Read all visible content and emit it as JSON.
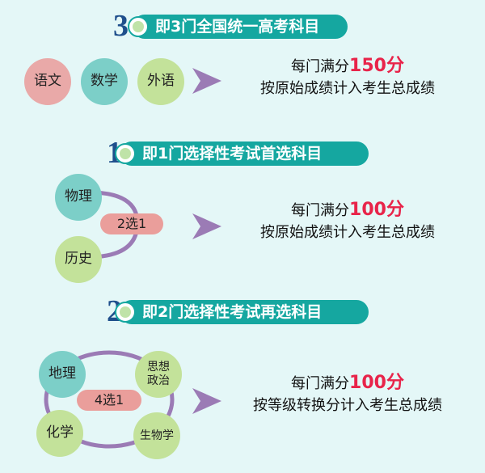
{
  "section1": {
    "number": "3",
    "title": "即3门全国统一高考科目",
    "subjects": [
      "语文",
      "数学",
      "外语"
    ],
    "info_prefix": "每门满分",
    "score": "150分",
    "info_line2": "按原始成绩计入考生总成绩"
  },
  "section2": {
    "number": "1",
    "title": "即1门选择性考试首选科目",
    "subjects": [
      "物理",
      "历史"
    ],
    "choice": "2选1",
    "info_prefix": "每门满分",
    "score": "100分",
    "info_line2": "按原始成绩计入考生总成绩"
  },
  "section3": {
    "number": "2",
    "title": "即2门选择性考试再选科目",
    "subjects": [
      "地理",
      "思想政治",
      "化学",
      "生物学"
    ],
    "choice": "4选1",
    "info_prefix": "每门满分",
    "score": "100分",
    "info_line2": "按等级转换分计入考生总成绩"
  },
  "colors": {
    "background": "#e4f7f7",
    "header_pill": "#15a7a0",
    "number": "#1f4f8c",
    "score": "#e8244a",
    "arrow": "#9b7bb5",
    "pink": "#e9a9a8",
    "teal": "#7ccfc8",
    "green": "#c3e29a"
  }
}
